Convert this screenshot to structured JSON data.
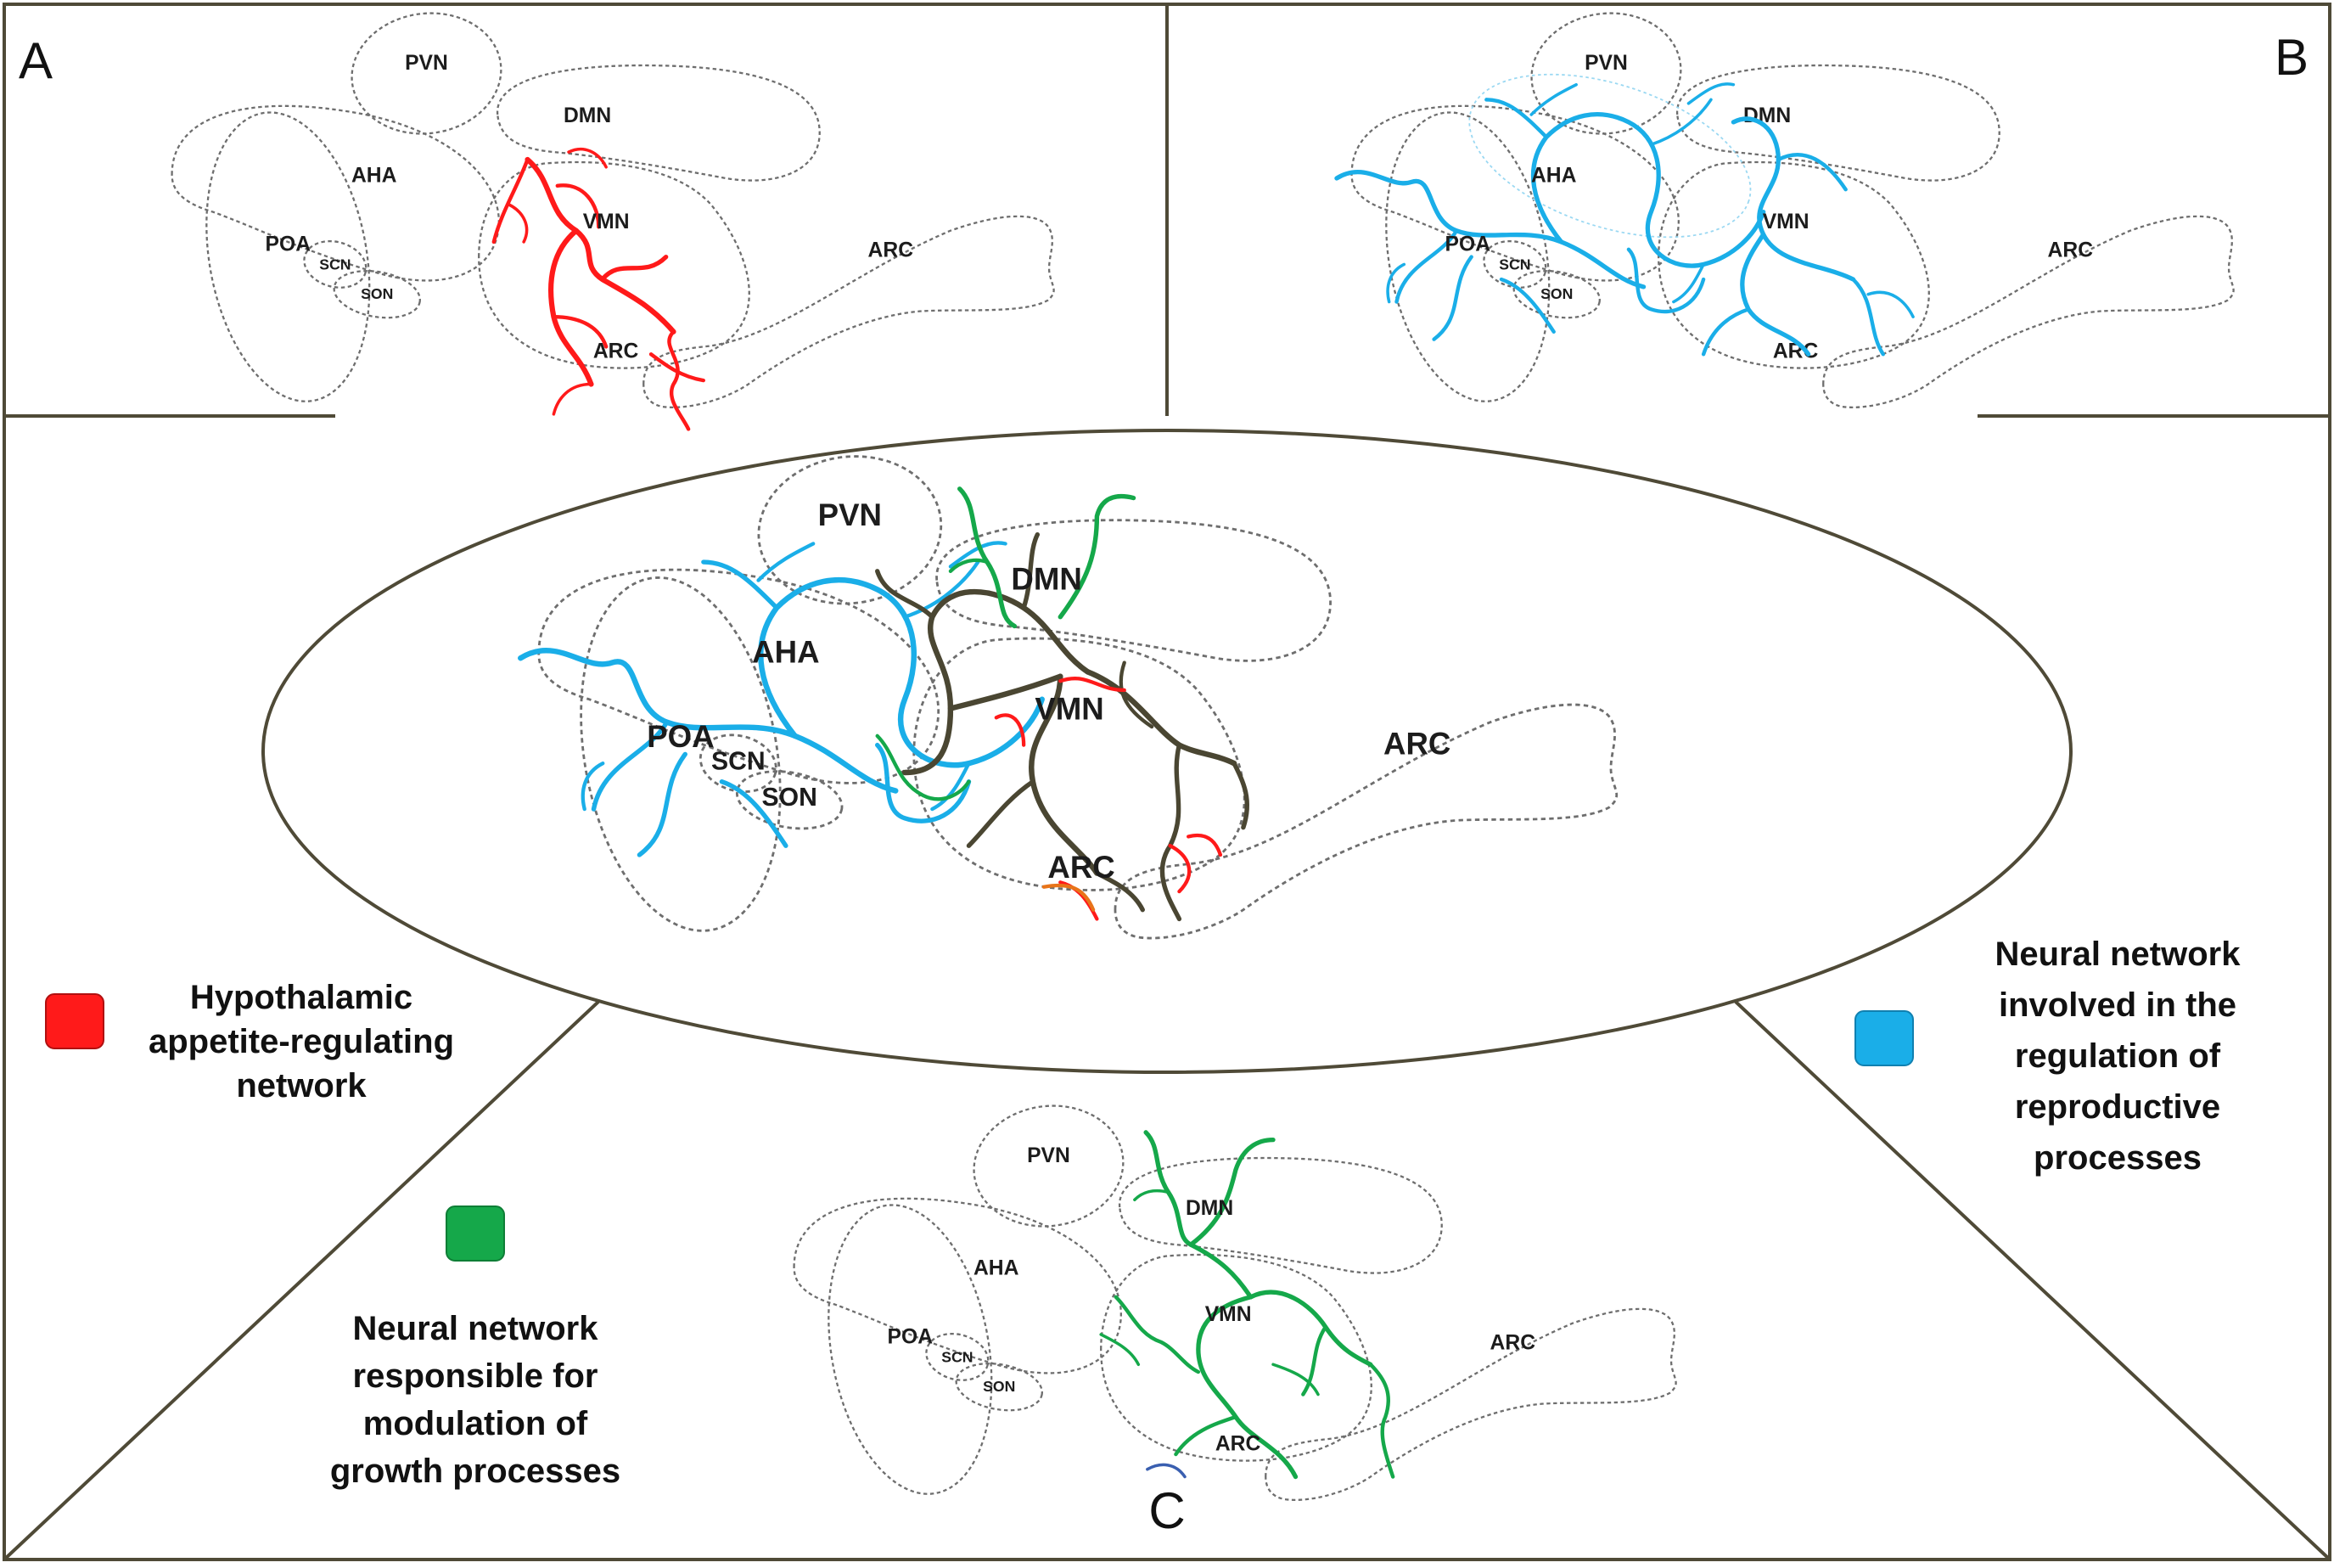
{
  "panels": {
    "a": {
      "letter": "A"
    },
    "b": {
      "letter": "B"
    },
    "c": {
      "letter": "C"
    }
  },
  "regions": {
    "poa": "POA",
    "aha": "AHA",
    "pvn": "PVN",
    "dmn": "DMN",
    "vmn": "VMN",
    "arc": "ARC",
    "scn": "SCN",
    "son": "SON"
  },
  "legend": {
    "appetite": {
      "color": "#ff1a1a",
      "lines": [
        "Hypothalamic",
        "appetite-regulating",
        "network"
      ]
    },
    "reproductive": {
      "color": "#1aaee8",
      "lines": [
        "Neural network",
        "involved in the",
        "regulation of",
        "reproductive",
        "processes"
      ]
    },
    "growth": {
      "color": "#15a84a",
      "lines": [
        "Neural network",
        "responsible for",
        "modulation of",
        "growth processes"
      ]
    }
  },
  "network_colors": {
    "appetite": "#ff1a1a",
    "reproductive": "#1aaee8",
    "growth": "#15a84a",
    "integrated": "#4a4632",
    "minor_orange": "#e8741a",
    "minor_blue": "#3a5fb0"
  }
}
